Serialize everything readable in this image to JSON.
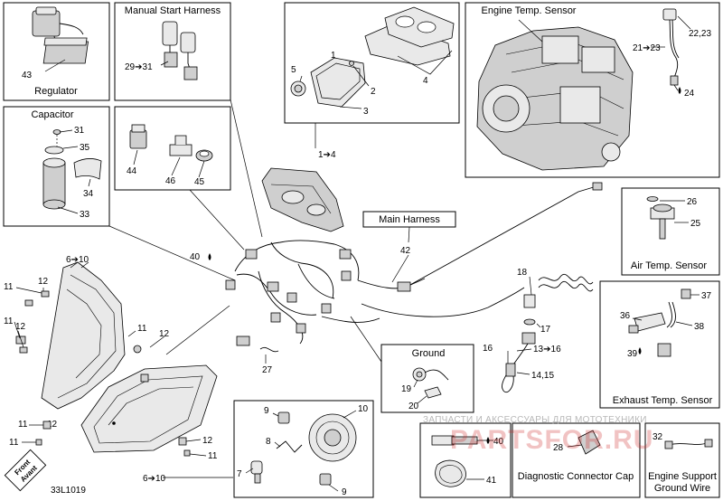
{
  "boxes": {
    "regulator": "Regulator",
    "manual_start_harness": "Manual Start Harness",
    "capacitor": "Capacitor",
    "engine_temp_sensor": "Engine Temp. Sensor",
    "main_harness": "Main Harness",
    "air_temp_sensor": "Air Temp. Sensor",
    "exhaust_temp_sensor": "Exhaust Temp. Sensor",
    "ground": "Ground",
    "diagnostic_connector_cap": "Diagnostic Connector Cap",
    "engine_support_ground_wire": "Engine Support Ground Wire"
  },
  "callouts": {
    "c43": "43",
    "c29_31": "29➔31",
    "c31": "31",
    "c35": "35",
    "c34": "34",
    "c33": "33",
    "c44": "44",
    "c46": "46",
    "c45": "45",
    "c5": "5",
    "c1": "1",
    "c2": "2",
    "c3": "3",
    "c4": "4",
    "c1_4": "1➔4",
    "c22_23": "22,23",
    "c21_23": "21➔23",
    "c24": "24",
    "c40": "40",
    "c6_10_top": "6➔10",
    "c11a": "11",
    "c12a": "12",
    "c11b": "11",
    "c12b": "12",
    "c11c": "11",
    "c12c": "12",
    "c11d": "11",
    "c11e": "11",
    "c42": "42",
    "c26": "26",
    "c25": "25",
    "c18": "18",
    "c17": "17",
    "c16": "16",
    "c13_16": "13➔16",
    "c14_15": "14,15",
    "c37": "37",
    "c36": "36",
    "c38": "38",
    "c39": "39",
    "c19": "19",
    "c20": "20",
    "c27": "27",
    "c9a": "9",
    "c10": "10",
    "c8": "8",
    "c7": "7",
    "c9b": "9",
    "c12d": "12",
    "c11f": "11",
    "c6_10_bottom": "6➔10",
    "c40b": "40",
    "c41": "41",
    "c28": "28",
    "c32": "32"
  },
  "drawing_code": "33L1019",
  "front_marker": [
    "Front",
    "Avant"
  ],
  "watermark": {
    "top": "ЗАПЧАСТИ И АКСЕССУАРЫ ДЛЯ МОТОТЕХНИКИ",
    "logo": "PARTSFOR.RU"
  },
  "icons": [
    "oil-drop-icon",
    "arrow-right-icon"
  ]
}
